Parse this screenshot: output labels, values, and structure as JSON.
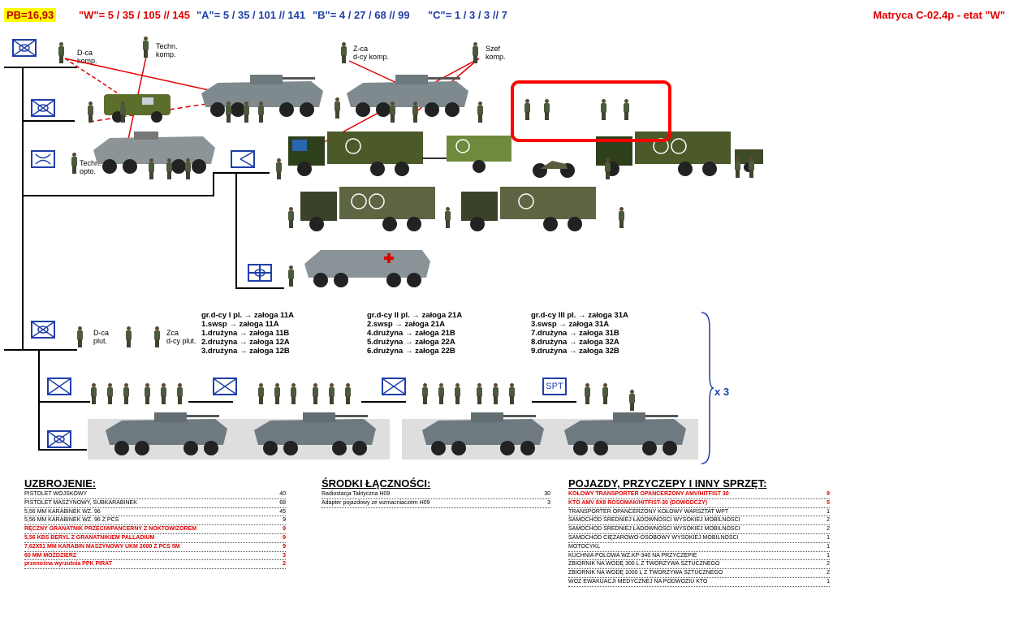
{
  "header": {
    "pb": "PB=16,93",
    "w": "\"W\"= 5 / 35 / 105 // 145",
    "a": "\"A\"= 5 / 35 / 101 // 141",
    "b": "\"B\"= 4 / 27 / 68 // 99",
    "c": "\"C\"= 1 / 3 / 3 // 7",
    "title": "Matryca C-02.4p - etat \"W\""
  },
  "labels": {
    "dca_komp": "D-ca\nkomp.",
    "techn_komp": "Techn.\nkomp.",
    "zca_komp": "Z-ca\nd-cy komp.",
    "szef_komp": "Szef\nkomp.",
    "techn_opto": "Techn.\nopto.",
    "dca_plut": "D-ca\nplut.",
    "zca_plut": "Zca\nd-cy plut.",
    "spt": "SPT",
    "x3": "x 3"
  },
  "crews": [
    "gr.d-cy I pl. → załoga 11A\n1.swsp → załoga 11A\n1.drużyna → załoga 11B\n2.drużyna → załoga 12A\n3.drużyna → załoga 12B",
    "gr.d-cy II pl. → załoga 21A\n2.swsp → załoga 21A\n4.drużyna → załoga 21B\n5.drużyna → załoga 22A\n6.drużyna → załoga 22B",
    "gr.d-cy III pl. → załoga 31A\n3.swsp → załoga 31A\n7.drużyna → załoga 31B\n8.drużyna → załoga 32A\n9.drużyna → załoga 32B"
  ],
  "uzbrojenie": {
    "title": "UZBROJENIE:",
    "rows": [
      {
        "name": "PISTOLET WOJSKOWY",
        "qty": "40",
        "hl": false
      },
      {
        "name": "PISTOLET MASZYNOWY, SUBKARABINEK",
        "qty": "68",
        "hl": false
      },
      {
        "name": "5,56 MM KARABINEK WZ. 96",
        "qty": "45",
        "hl": false
      },
      {
        "name": "5,56 MM KARABINEK  WZ. 96 Z PCS",
        "qty": "9",
        "hl": false
      },
      {
        "name": "RĘCZNY GRANATNIK PRZECIWPANCERNY Z NOKTOWIZOREM",
        "qty": "9",
        "hl": true
      },
      {
        "name": "5,56 KBS BERYL Z GRANATNIKIEM PALLADIUM",
        "qty": "9",
        "hl": true
      },
      {
        "name": "7,62X51 MM KARABIN MASZYNOWY UKM 2000 Z PCS 5M",
        "qty": "9",
        "hl": true
      },
      {
        "name": "60 MM MOŹDZIERZ",
        "qty": "3",
        "hl": true
      },
      {
        "name": "przenośna wyrzutnia PPK PIRAT",
        "qty": "2",
        "hl": true
      }
    ]
  },
  "lacznosc": {
    "title": "ŚRODKI ŁĄCZNOŚCI:",
    "rows": [
      {
        "name": "Radiostacja Taktyczna H09",
        "qty": "30",
        "hl": false
      },
      {
        "name": "Adapter pojazdowy ze wzmacniaczem H09",
        "qty": "3",
        "hl": false
      }
    ]
  },
  "pojazdy": {
    "title": "POJAZDY, PRZYCZEPY I INNY SPRZĘT:",
    "rows": [
      {
        "name": "KOŁOWY TRANSPORTER OPANCERZONY AMV/HITFIST 30",
        "qty": "9",
        "hl": true
      },
      {
        "name": "KTO AMV 8X8 ROSOMAK/HITFIST-30 (DOWÓDCZY)",
        "qty": "5",
        "hl": true
      },
      {
        "name": "TRANSPORTER OPANCERZONY KOŁOWY WARSZTAT WPT",
        "qty": "1",
        "hl": false
      },
      {
        "name": "SAMOCHÓD ŚREDNIEJ ŁADOWNOŚCI WYSOKIEJ MOBILNOŚCI",
        "qty": "2",
        "hl": false
      },
      {
        "name": "SAMOCHÓD ŚREDNIEJ ŁADOWNOŚCI WYSOKIEJ MOBILNOŚCI",
        "qty": "2",
        "hl": false
      },
      {
        "name": "SAMOCHÓD CIĘŻAROWO-OSOBOWY WYSOKIEJ MOBILNOŚCI",
        "qty": "1",
        "hl": false
      },
      {
        "name": "MOTOCYKL",
        "qty": "1",
        "hl": false
      },
      {
        "name": "KUCHNIA POLOWA WZ.KP-340 NA PRZYCZEPIE",
        "qty": "1",
        "hl": false
      },
      {
        "name": "ZBIORNIK NA WODĘ 300 L Z TWORZYWA SZTUCZNEGO",
        "qty": "2",
        "hl": false
      },
      {
        "name": "ZBIORNIK NA WODĘ 1000 L Z TWORZYWA SZTUCZNEGO",
        "qty": "2",
        "hl": false
      },
      {
        "name": "WÓZ EWAKUACJI MEDYCZNEJ NA PODWOZIU KTO",
        "qty": "1",
        "hl": false
      }
    ]
  }
}
